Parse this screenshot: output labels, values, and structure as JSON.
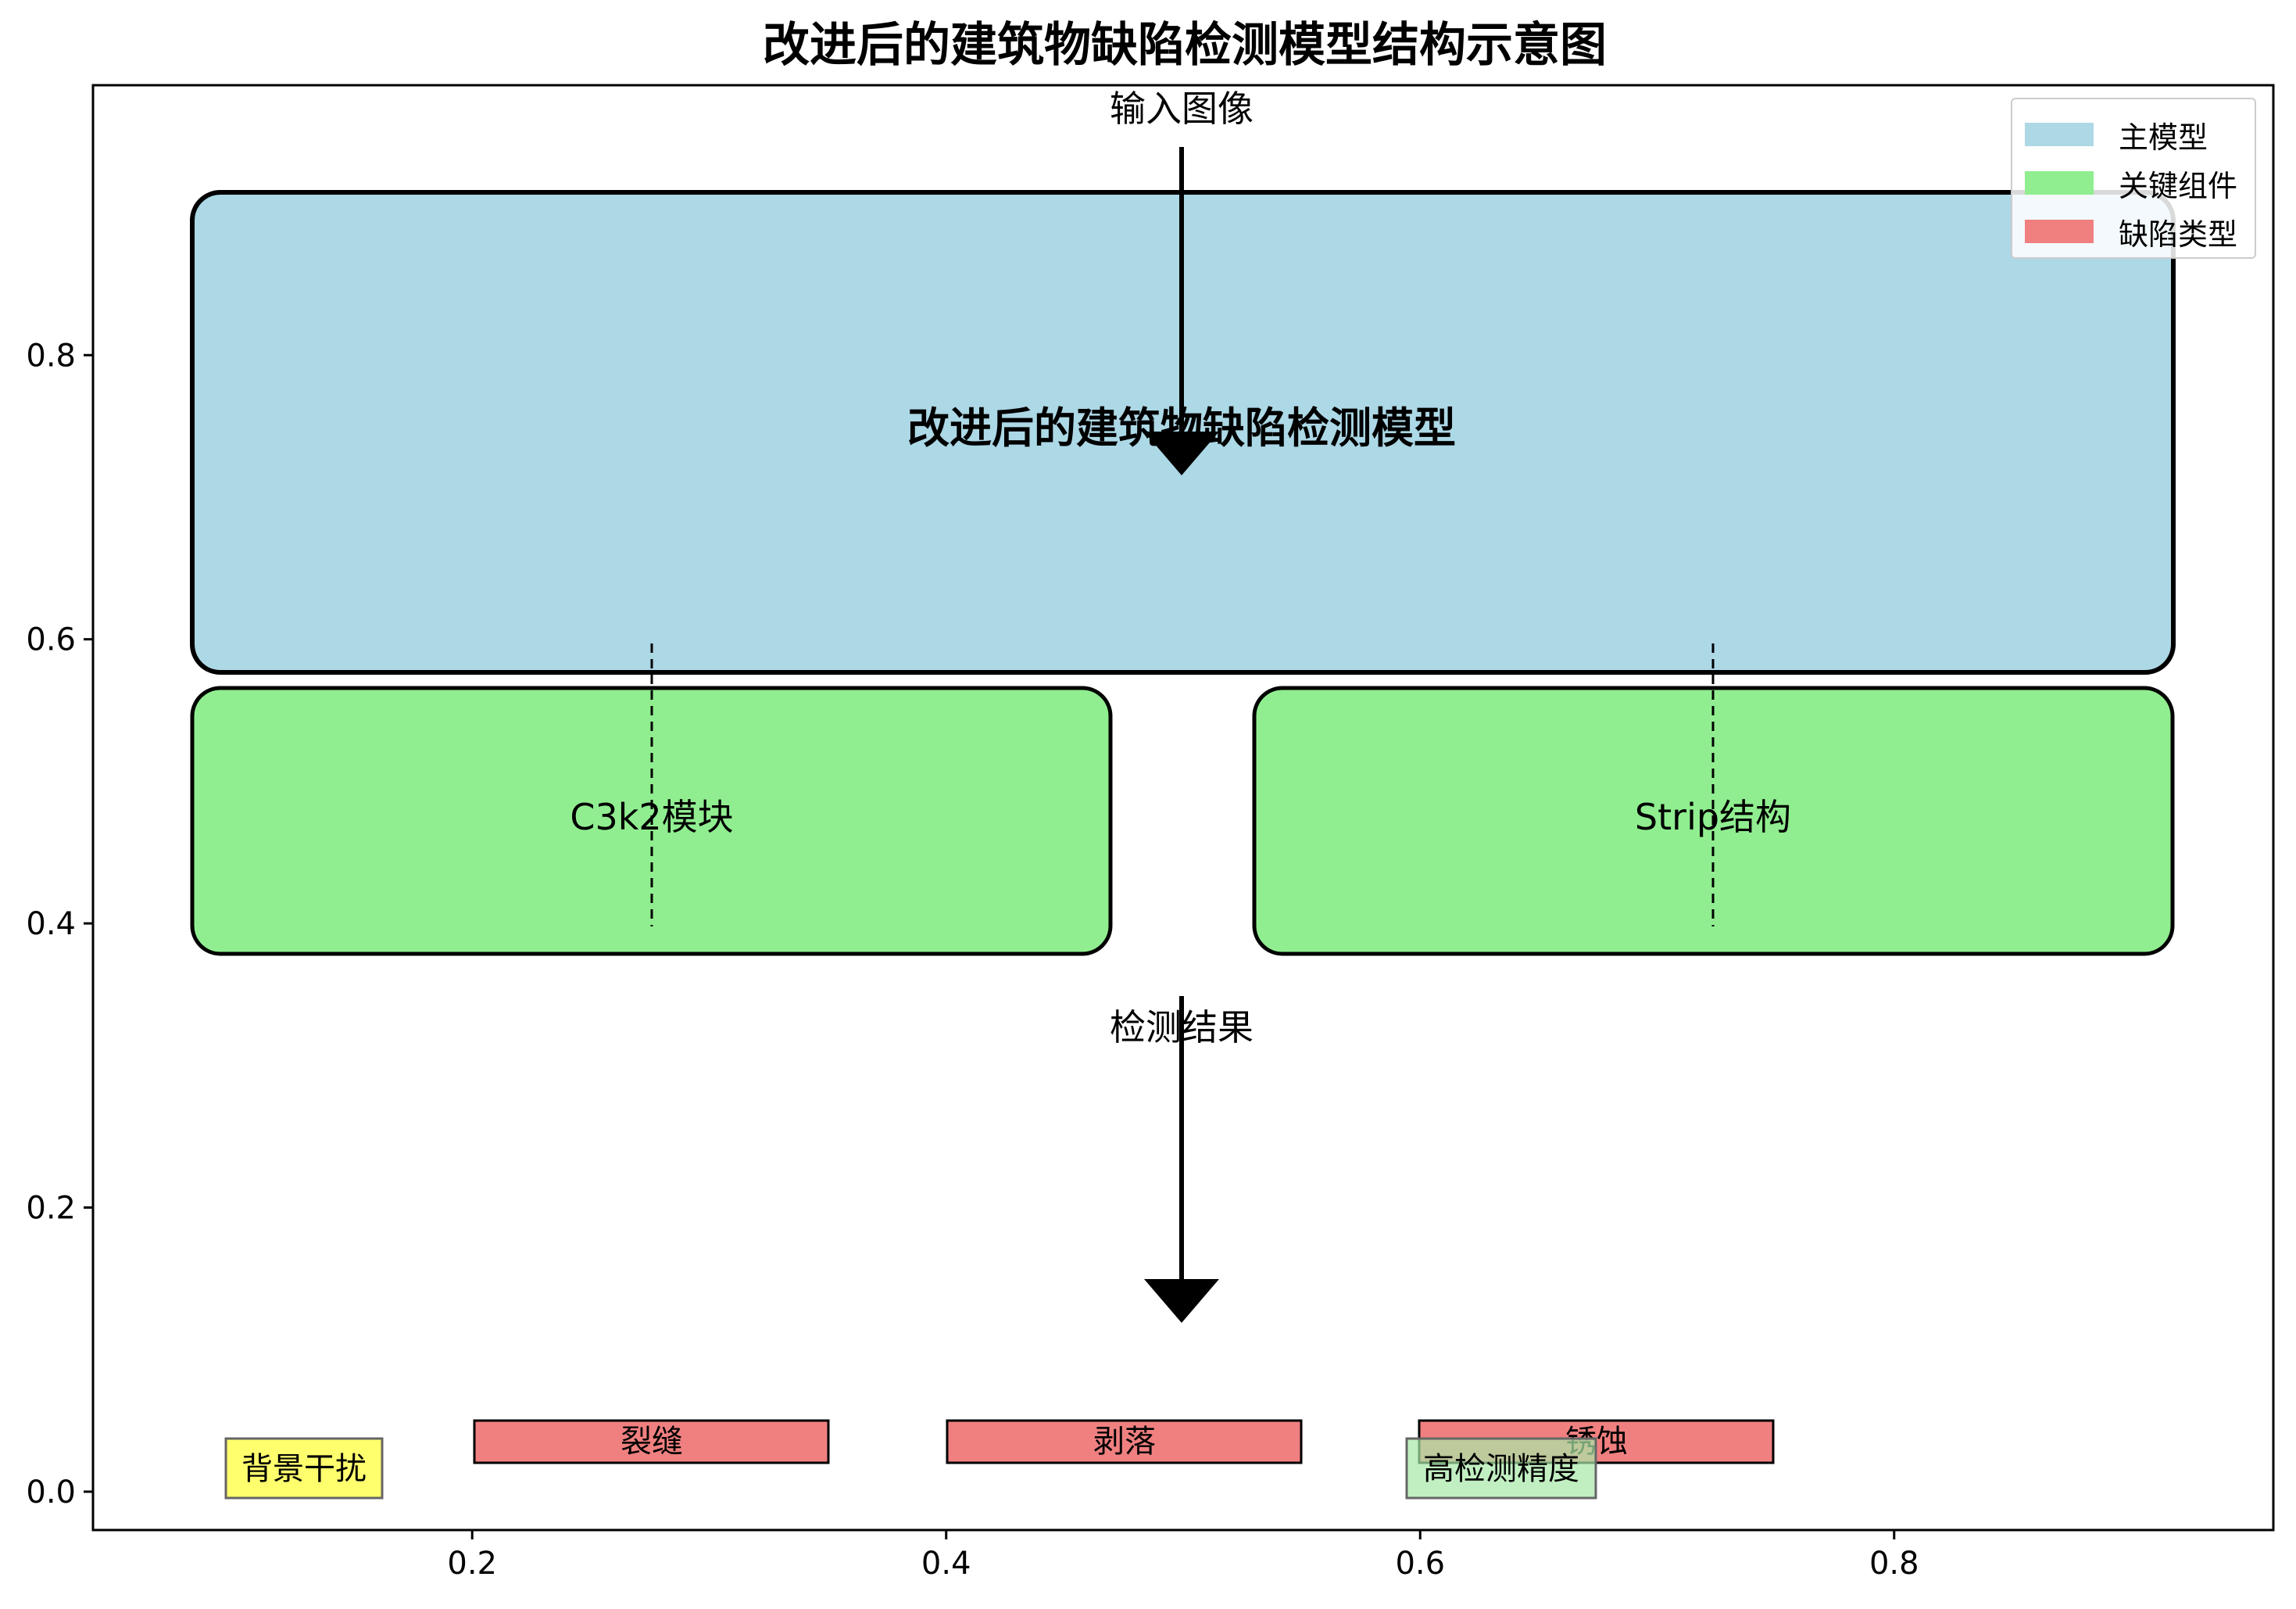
{
  "title": "改进后的建筑物缺陷检测模型结构示意图",
  "colors": {
    "main_model": "#add8e6",
    "key_component": "#90ee90",
    "defect_type": "#f08080",
    "background_interference": "#ffff66",
    "high_precision": "#b8f0b8"
  },
  "flow": {
    "input_label": "输入图像",
    "output_label": "检测结果"
  },
  "main_model": {
    "label": "改进后的建筑物缺陷检测模型"
  },
  "components": [
    {
      "label": "C3k2模块"
    },
    {
      "label": "Strip结构"
    }
  ],
  "defects": [
    {
      "label": "裂缝"
    },
    {
      "label": "剥落"
    },
    {
      "label": "锈蚀"
    }
  ],
  "notes": [
    {
      "label": "背景干扰",
      "color_key": "background_interference"
    },
    {
      "label": "高检测精度",
      "color_key": "high_precision"
    }
  ],
  "legend": [
    {
      "label": "主模型",
      "color_key": "main_model"
    },
    {
      "label": "关键组件",
      "color_key": "key_component"
    },
    {
      "label": "缺陷类型",
      "color_key": "defect_type"
    }
  ],
  "axes": {
    "x_ticks": [
      "0.2",
      "0.4",
      "0.6",
      "0.8"
    ],
    "y_ticks": [
      "0.0",
      "0.2",
      "0.4",
      "0.6",
      "0.8"
    ],
    "xlim": [
      0.04,
      0.96
    ],
    "ylim": [
      -0.027,
      0.99
    ]
  }
}
